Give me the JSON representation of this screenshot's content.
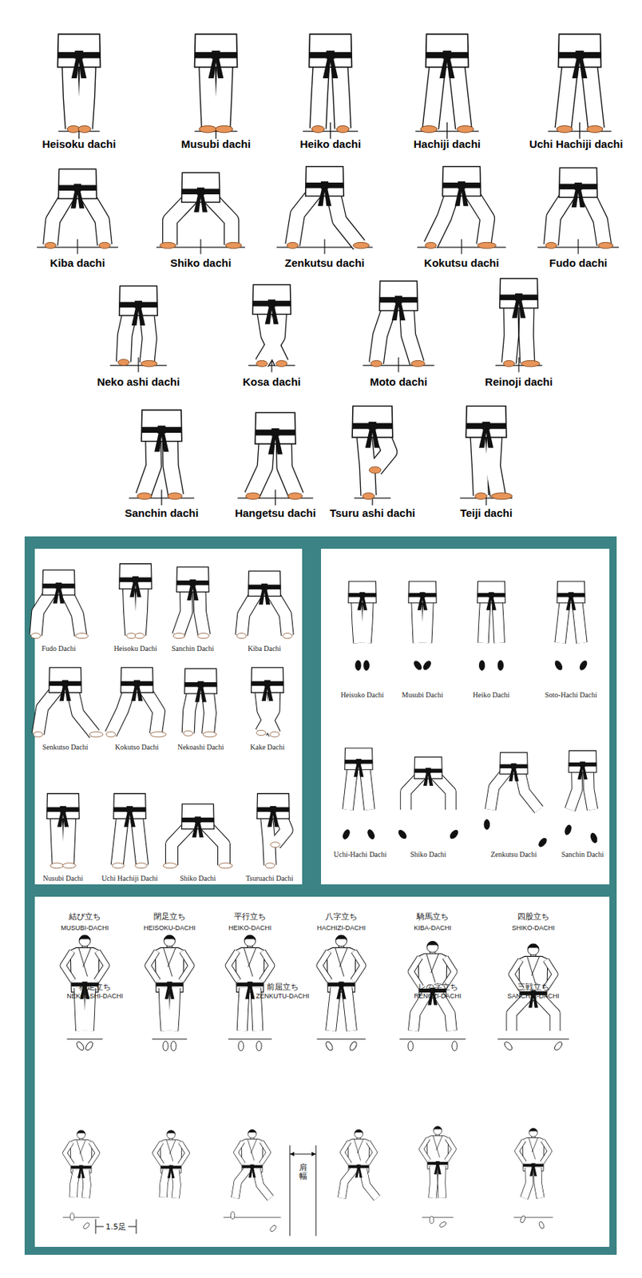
{
  "diagram": {
    "labels": [
      "Heisoku dachi",
      "Musubi dachi",
      "Heiko dachi",
      "Hachiji dachi",
      "Uchi Hachiji dachi",
      "Kiba dachi",
      "Shiko dachi",
      "Zenkutsu dachi",
      "Kokutsu dachi",
      "Fudo dachi",
      "Neko ashi dachi",
      "Kosa dachi",
      "Moto dachi",
      "Reinoji dachi",
      "Sanchin dachi",
      "Hangetsu dachi",
      "Tsuru ashi dachi",
      "Teiji dachi",
      "Fudo Dachi",
      "Heisoku Dachi",
      "Sanchin Dachi",
      "Kiba Dachi",
      "Senkutso Dachi",
      "Kokutso Dachi",
      "Nekoashi Dachi",
      "Kake Dachi",
      "Nusubi Dachi",
      "Uchi Hachiji Dachi",
      "Shiko Dachi",
      "Tsuruachi Dachi",
      "Heisuko Dachi",
      "Musubi Dachi",
      "Heiko Dachi",
      "Soto-Hachi Dachi",
      "Uchi-Hachi Dachi",
      "Shiko Dachi",
      "Zenkutsu Dachi",
      "Sanchin Dachi",
      "結び立ち",
      "MUSUBI-DACHI",
      "閉足立ち",
      "HEISOKU-DACHI",
      "平行立ち",
      "HEIKO-DACHI",
      "八字立ち",
      "HACHIZI-DACHI",
      "騎馬立ち",
      "KIBA-DACHI",
      "四股立ち",
      "SHIKO-DACHI",
      "猫足立ち",
      "NEKOASHI-DACHI",
      "前屈立ち",
      "ZENKUTU-DACHI",
      "レの字立ち",
      "RENOZI-DACHI",
      "三戦立ち",
      "SANCHIN-DACHI",
      "1.5足",
      "肩幅"
    ]
  }
}
